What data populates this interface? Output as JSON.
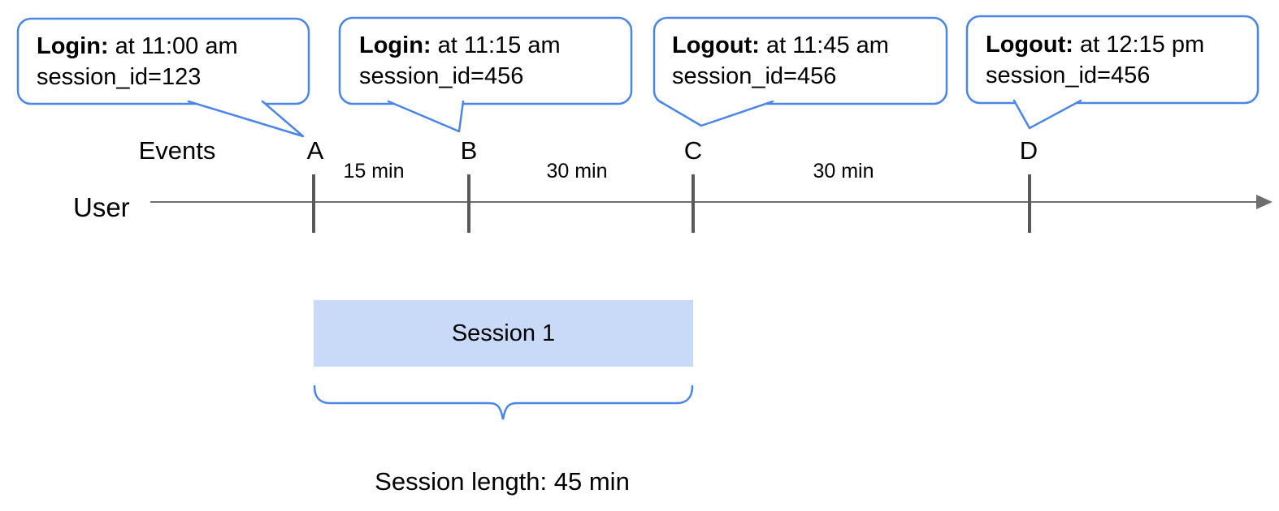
{
  "callouts": [
    {
      "event": "A",
      "title": "Login:",
      "time": "at 11:00 am",
      "detail": "session_id=123"
    },
    {
      "event": "B",
      "title": "Login:",
      "time": "at 11:15 am",
      "detail": "session_id=456"
    },
    {
      "event": "C",
      "title": "Logout:",
      "time": "at 11:45 am",
      "detail": "session_id=456"
    },
    {
      "event": "D",
      "title": "Logout:",
      "time": "at 12:15 pm",
      "detail": "session_id=456"
    }
  ],
  "timeline": {
    "axis_label": "User",
    "events_label": "Events",
    "markers": [
      {
        "label": "A"
      },
      {
        "label": "B"
      },
      {
        "label": "C"
      },
      {
        "label": "D"
      }
    ],
    "intervals": [
      {
        "label": "15 min"
      },
      {
        "label": "30 min"
      },
      {
        "label": "30 min"
      }
    ]
  },
  "session": {
    "label": "Session 1",
    "length_label": "Session length: 45 min"
  },
  "colors": {
    "accent_blue": "#4a86e8",
    "session_fill": "#c9daf8",
    "axis_gray": "#6e6e6e",
    "tick_gray": "#595959"
  }
}
